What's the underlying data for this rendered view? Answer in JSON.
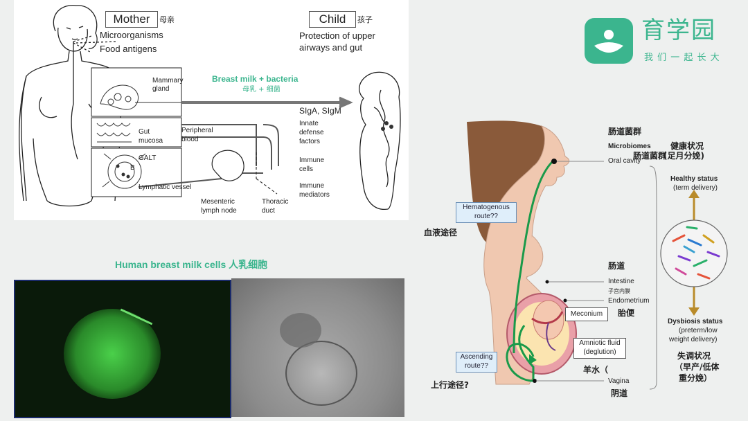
{
  "brand": {
    "name": "育学园",
    "slogan": "我 们 一 起 长 大",
    "color": "#3bb58e"
  },
  "left_diagram": {
    "mother_label": "Mother",
    "mother_cn": "母亲",
    "child_label": "Child",
    "child_cn": "孩子",
    "mother_items": [
      "Microorganisms",
      "Food antigens"
    ],
    "child_items": [
      "Protection of upper",
      "airways and gut"
    ],
    "breast_milk": "Breast milk + bacteria",
    "breast_milk_cn": "母乳 + 细菌",
    "mammary": [
      "Mammary",
      "gland"
    ],
    "gut": [
      "Gut",
      "mucosa"
    ],
    "galt": "GALT",
    "galt_b": "B",
    "peripheral": [
      "Peripheral",
      "blood"
    ],
    "lymphatic": "Lymphatic vessel",
    "mesenteric": [
      "Mesenteric",
      "lymph node"
    ],
    "thoracic": [
      "Thoracic",
      "duct"
    ],
    "siga": "SIgA, SIgM",
    "innate": [
      "Innate",
      "defense",
      "factors"
    ],
    "immune_cells": [
      "Immune",
      "cells"
    ],
    "immune_med": [
      "Immune",
      "mediators"
    ]
  },
  "cells_caption": "Human breast milk cells 人乳细胞",
  "right_diagram": {
    "microbiomes_cn": "肠道菌群",
    "microbiomes": "Microbiomes",
    "microbiomes_cn2": "肠道菌群",
    "oral": "Oral cavity",
    "healthy_cn": "健康状况",
    "healthy_cn2": "(足月分娩)",
    "healthy": "Healthy status",
    "healthy_sub": "(term delivery)",
    "hemato": [
      "Hematogenous",
      "route??"
    ],
    "hemato_cn": "血液途径",
    "intestine_cn": "肠道",
    "intestine": "Intestine",
    "endo_cn": "子宫内膜",
    "endo": "Endometrium",
    "meconium": "Meconium",
    "meconium_cn": "胎便",
    "amniotic": [
      "Amniotic fluid",
      "(deglution)"
    ],
    "amniotic_cn": "羊水（",
    "ascending": [
      "Ascending",
      "route??"
    ],
    "ascending_cn": "上行途径?",
    "vagina": "Vagina",
    "vagina_cn": "阴道",
    "dysbiosis": "Dysbiosis status",
    "dysbiosis_sub": [
      "(preterm/low",
      "weight delivery)"
    ],
    "dys_cn": [
      "失调状况",
      "（早产/低体",
      "重分娩）"
    ]
  }
}
